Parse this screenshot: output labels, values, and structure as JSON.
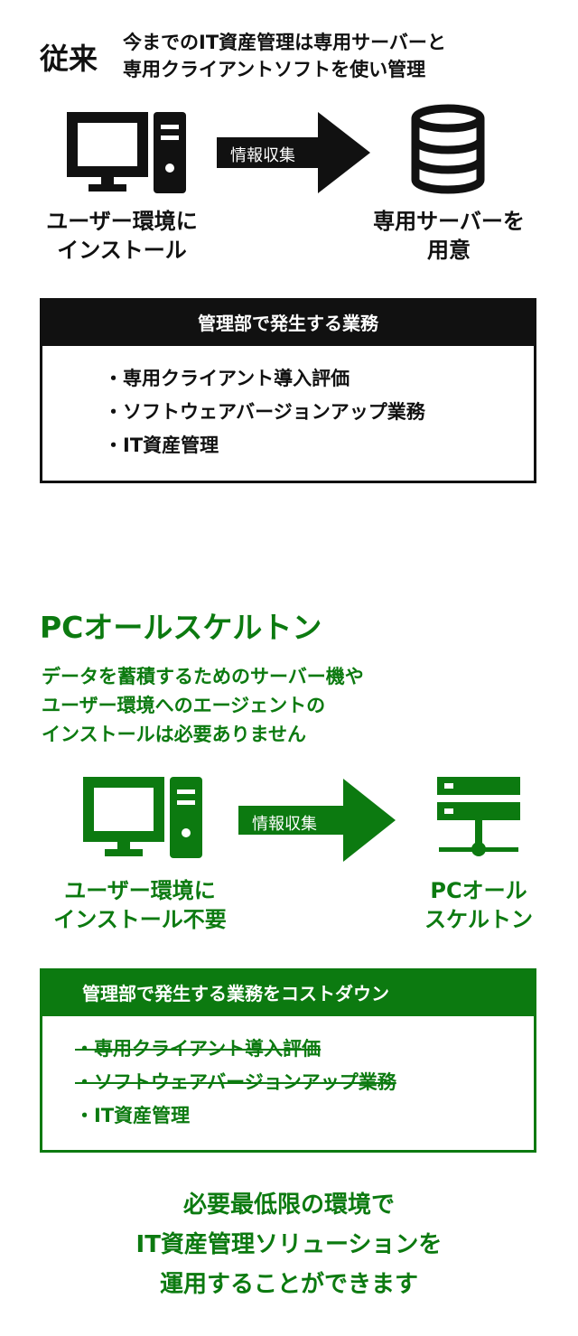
{
  "legacy": {
    "label": "従来",
    "description": [
      "今までのIT資産管理は専用サーバーと",
      "専用クライアントソフトを使い管理"
    ],
    "arrow_label": "情報収集",
    "left_caption": [
      "ユーザー環境に",
      "インストール"
    ],
    "right_caption": [
      "専用サーバーを",
      "用意"
    ],
    "tasks_title": "管理部で発生する業務",
    "tasks": [
      "・専用クライアント導入評価",
      "・ソフトウェアバージョンアップ業務",
      "・IT資産管理"
    ]
  },
  "product": {
    "title": "PCオールスケルトン",
    "description": [
      "データを蓄積するためのサーバー機や",
      "ユーザー環境へのエージェントの",
      "インストールは必要ありません"
    ],
    "arrow_label": "情報収集",
    "left_caption": [
      "ユーザー環境に",
      "インストール不要"
    ],
    "right_caption": [
      "PCオール",
      "スケルトン"
    ],
    "tasks_title": "管理部で発生する業務をコストダウン",
    "tasks": [
      {
        "text": "・専用クライアント導入評価",
        "struck": true
      },
      {
        "text": "・ソフトウェアバージョンアップ業務",
        "struck": true
      },
      {
        "text": "・IT資産管理",
        "struck": false
      }
    ]
  },
  "footer": [
    "必要最低限の環境で",
    "IT資産管理ソリューションを",
    "運用することができます"
  ],
  "colors": {
    "dark": "#111111",
    "green": "#0c7a10",
    "white": "#ffffff"
  }
}
